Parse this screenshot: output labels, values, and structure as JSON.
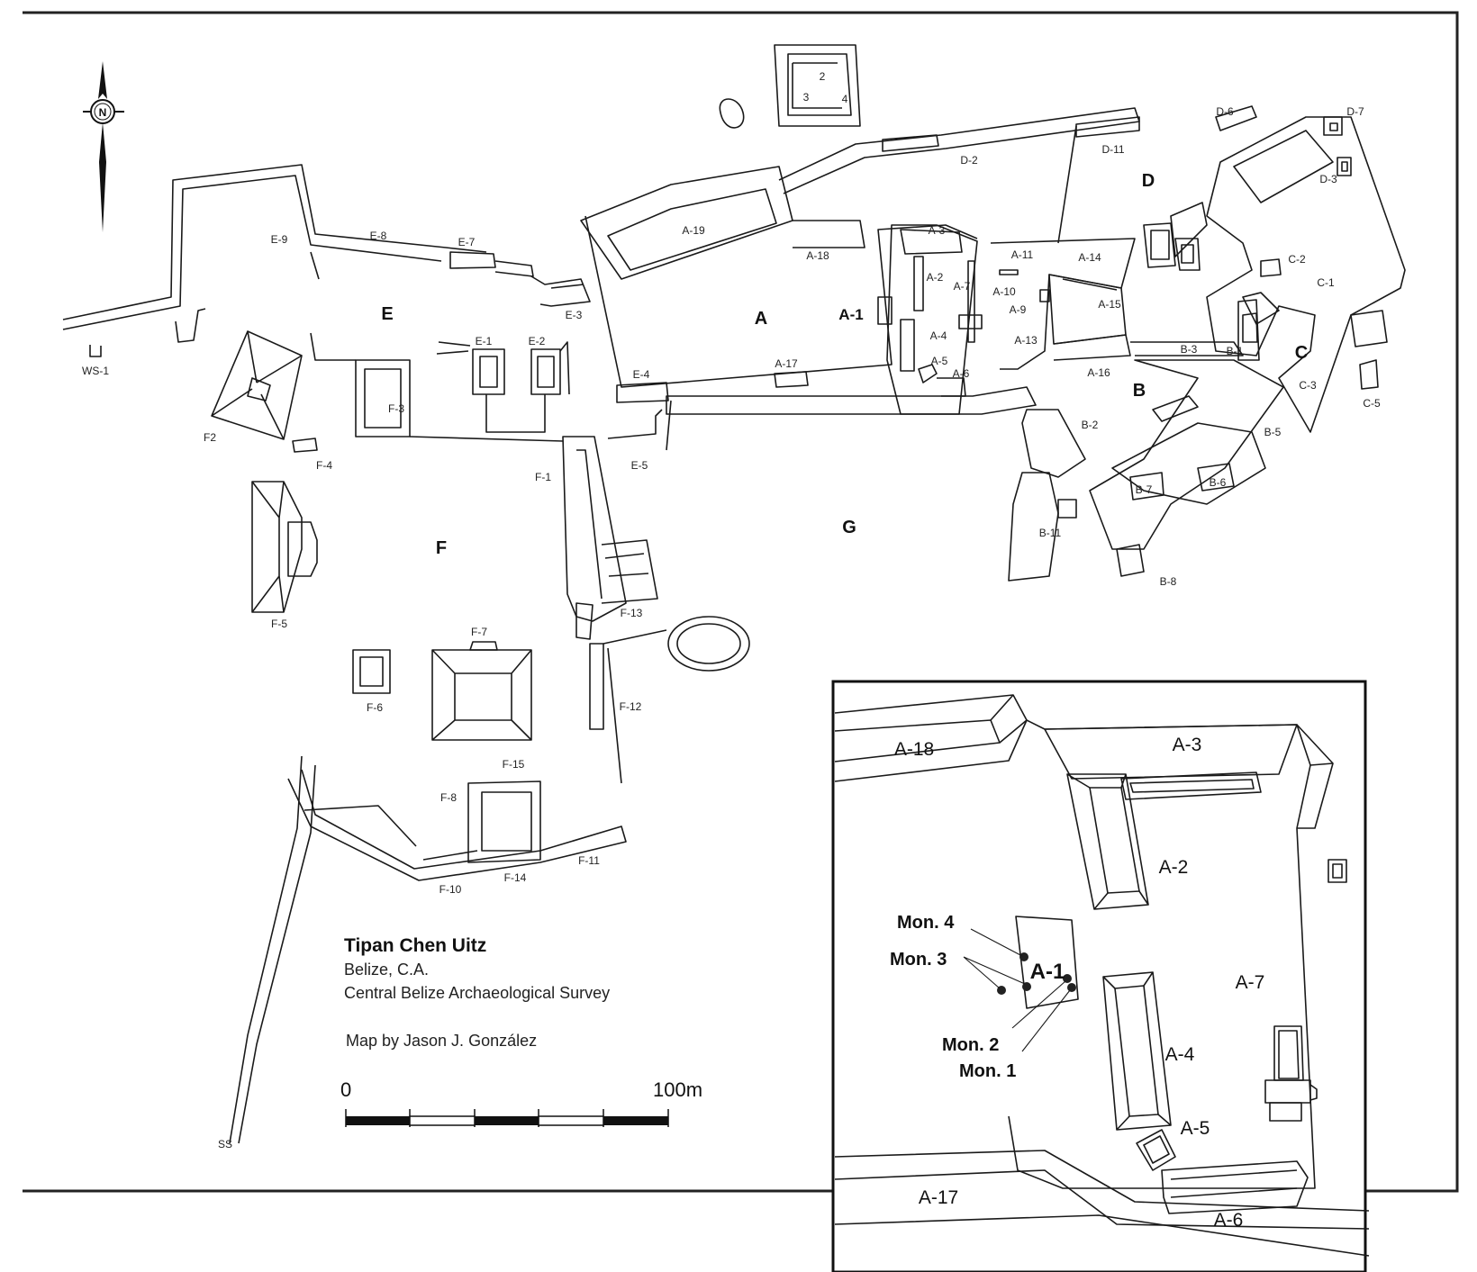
{
  "title": {
    "name": "Tipan Chen Uitz",
    "line1": "Belize, C.A.",
    "line2": "Central Belize Archaeological Survey",
    "credit": "Map by Jason J. González"
  },
  "scale_bar": {
    "start_label": "0",
    "end_label": "100m"
  },
  "compass": {
    "north_label": "N"
  },
  "groups": {
    "A": "A",
    "B": "B",
    "C": "C",
    "D": "D",
    "E": "E",
    "F": "F",
    "G": "G"
  },
  "structures": {
    "A1": "A-1",
    "A2": "A-2",
    "A3": "A-3",
    "A4": "A-4",
    "A5": "A-5",
    "A6": "A-6",
    "A7": "A-7",
    "A9": "A-9",
    "A10": "A-10",
    "A11": "A-11",
    "A13": "A-13",
    "A14": "A-14",
    "A15": "A-15",
    "A16": "A-16",
    "A17": "A-17",
    "A18": "A-18",
    "A19": "A-19",
    "B1": "B-1",
    "B2": "B-2",
    "B3": "B-3",
    "B5": "B-5",
    "B6": "B-6",
    "B7": "B-7",
    "B8": "B-8",
    "B11": "B-11",
    "C1": "C-1",
    "C2": "C-2",
    "C3": "C-3",
    "C5": "C-5",
    "D2": "D-2",
    "D3": "D-3",
    "D6": "D-6",
    "D7": "D-7",
    "D11": "D-11",
    "E1": "E-1",
    "E2": "E-2",
    "E3": "E-3",
    "E4": "E-4",
    "E5": "E-5",
    "E7": "E-7",
    "E8": "E-8",
    "E9": "E-9",
    "F1": "F-1",
    "F2": "F2",
    "F3": "F-3",
    "F4": "F-4",
    "F5": "F-5",
    "F6": "F-6",
    "F7": "F-7",
    "F8": "F-8",
    "F10": "F-10",
    "F11": "F-11",
    "F12": "F-12",
    "F13": "F-13",
    "F14": "F-14",
    "F15": "F-15",
    "WS1": "WS-1",
    "SS": "SS",
    "n2": "2",
    "n3": "3",
    "n4": "4"
  },
  "inset": {
    "A18": "A-18",
    "A3": "A-3",
    "A2": "A-2",
    "A1": "A-1",
    "A7": "A-7",
    "A4": "A-4",
    "A5": "A-5",
    "A17": "A-17",
    "A6": "A-6",
    "mon4": "Mon. 4",
    "mon3": "Mon. 3",
    "mon2": "Mon. 2",
    "mon1": "Mon. 1"
  }
}
